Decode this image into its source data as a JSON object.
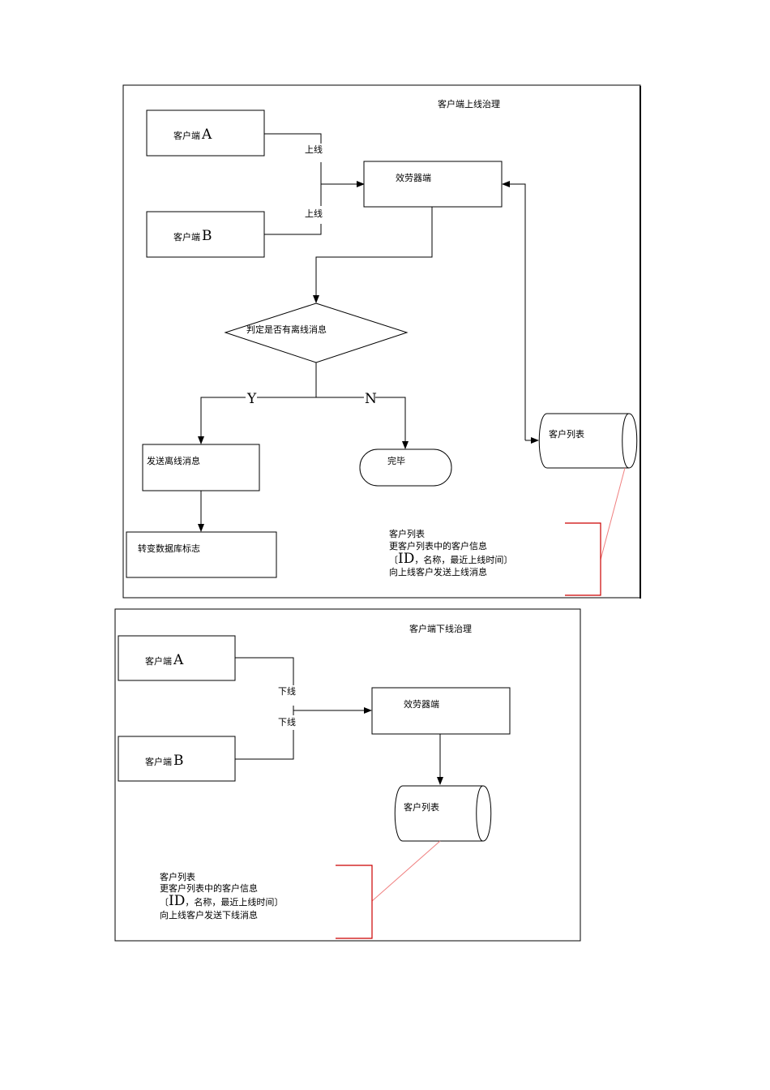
{
  "diagram1": {
    "title": "客户端上线治理",
    "client_a_text": "客户端",
    "client_a_letter": "A",
    "client_b_text": "客户端",
    "client_b_letter": "B",
    "online_label_1": "上线",
    "online_label_2": "上线",
    "server": "效劳器端",
    "decision": "判定是否有离线消息",
    "yes": "Y",
    "no": "N",
    "send_offline": "发送离线消息",
    "done": "完毕",
    "change_db": "转变数据库标志",
    "client_list": "客户列表",
    "note": {
      "line1": "客户列表",
      "line2": "更客户列表中的客户信息",
      "line3_pre": "〔",
      "line3_id": "ID",
      "line3_post": "，名称，最近上线时间〕",
      "line4": "向上线客户发送上线消息"
    }
  },
  "diagram2": {
    "title": "客户端下线治理",
    "client_a_text": "客户端",
    "client_a_letter": "A",
    "client_b_text": "客户端",
    "client_b_letter": "B",
    "offline_label_1": "下线",
    "offline_label_2": "下线",
    "server": "效劳器端",
    "client_list": "客户列表",
    "note": {
      "line1": "客户列表",
      "line2": "更客户列表中的客户信息",
      "line3_pre": "〔",
      "line3_id": "ID",
      "line3_post": "，名称，最近上线时间〕",
      "line4": "向上线客户发送下线消息"
    }
  }
}
